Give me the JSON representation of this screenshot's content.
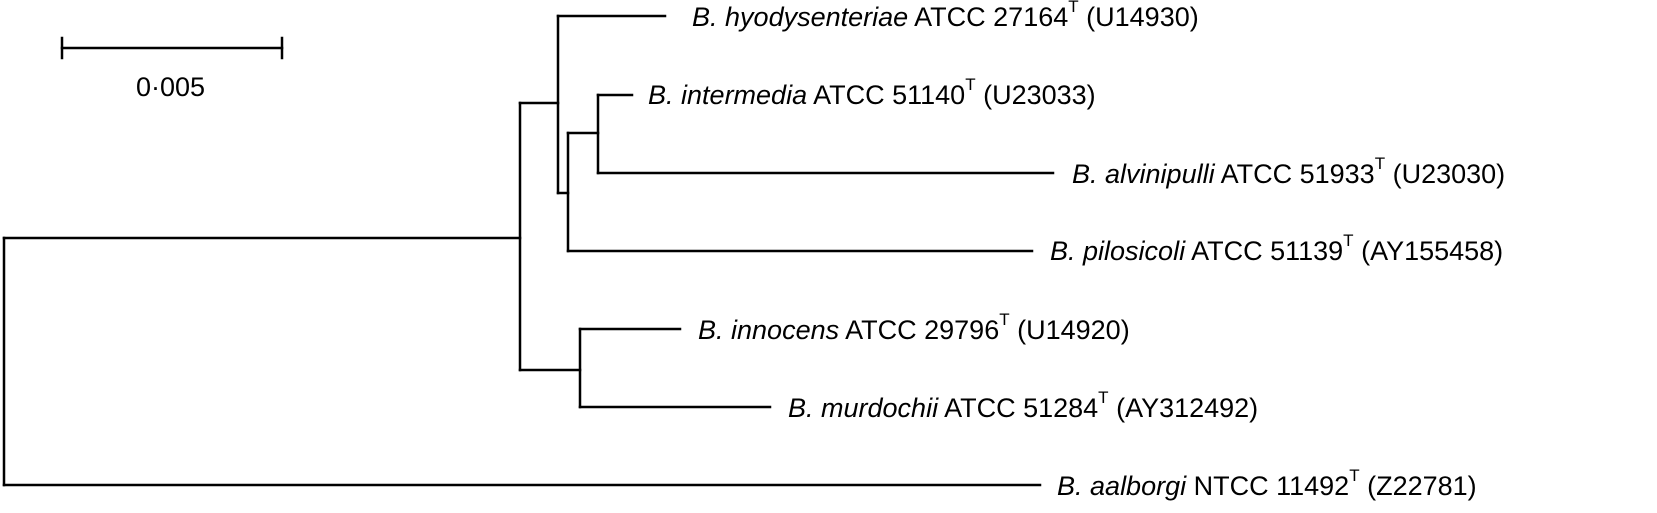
{
  "scale_bar": {
    "label": "0·005"
  },
  "taxa": [
    {
      "genus": "B.",
      "species": "hyodysenteriae",
      "strain": "ATCC 27164",
      "type_mark": "T",
      "accession": "(U14930)"
    },
    {
      "genus": "B.",
      "species": "intermedia",
      "strain": "ATCC 51140",
      "type_mark": "T",
      "accession": "(U23033)"
    },
    {
      "genus": "B.",
      "species": "alvinipulli",
      "strain": "ATCC 51933",
      "type_mark": "T",
      "accession": "(U23030)"
    },
    {
      "genus": "B.",
      "species": "pilosicoli",
      "strain": "ATCC 51139",
      "type_mark": "T",
      "accession": "(AY155458)"
    },
    {
      "genus": "B.",
      "species": "innocens",
      "strain": "ATCC 29796",
      "type_mark": "T",
      "accession": "(U14920)"
    },
    {
      "genus": "B.",
      "species": "murdochii",
      "strain": "ATCC 51284",
      "type_mark": "T",
      "accession": "(AY312492)"
    },
    {
      "genus": "B.",
      "species": "aalborgi",
      "strain": "NTCC 11492",
      "type_mark": "T",
      "accession": "(Z22781)"
    }
  ]
}
